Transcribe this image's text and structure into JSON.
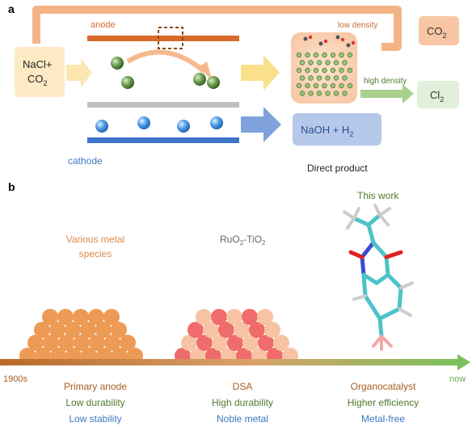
{
  "panel_a": {
    "label": "a",
    "anode": "anode",
    "cathode": "cathode",
    "feed": {
      "line1": "NaCl+",
      "line2_main": "CO",
      "line2_sub": "2"
    },
    "low_density": "low density",
    "high_density": "high density",
    "co2_box": {
      "main": "CO",
      "sub": "2"
    },
    "cl2_box": {
      "main": "Cl",
      "sub": "2"
    },
    "naoh_box": {
      "text1": "NaOH + H",
      "sub": "2"
    },
    "direct_product": "Direct product"
  },
  "panel_b": {
    "label": "b",
    "this_work": "This work",
    "various_metal": {
      "line1": "Various metal",
      "line2": "species"
    },
    "ruo2": {
      "a": "RuO",
      "sub1": "2",
      "b": "-TiO",
      "sub2": "2"
    },
    "year": "1900s",
    "now": "now",
    "eras": [
      {
        "name": "Primary anode",
        "prop1": "Low durability",
        "prop2": "Low stability"
      },
      {
        "name": "DSA",
        "prop1": "High durability",
        "prop2": "Noble metal"
      },
      {
        "name": "Organocatalyst",
        "prop1": "Higher efficiency",
        "prop2": "Metal-free"
      }
    ]
  },
  "colors": {
    "anode_orange": "#d86a2a",
    "cathode_blue": "#3f74c9",
    "tube_orange": "#f4b387",
    "arrow_yellow": "#f9dc8a",
    "arrow_green": "#a9d08e",
    "arrow_blue": "#7fa2dc",
    "label_olive": "#4f7b2e",
    "label_blue": "#3b78c4",
    "label_brown": "#a85c1e",
    "metal_orange": "#ed9a55",
    "dsa_pink": "#f06b6b",
    "dsa_peach": "#f8c3a5"
  }
}
